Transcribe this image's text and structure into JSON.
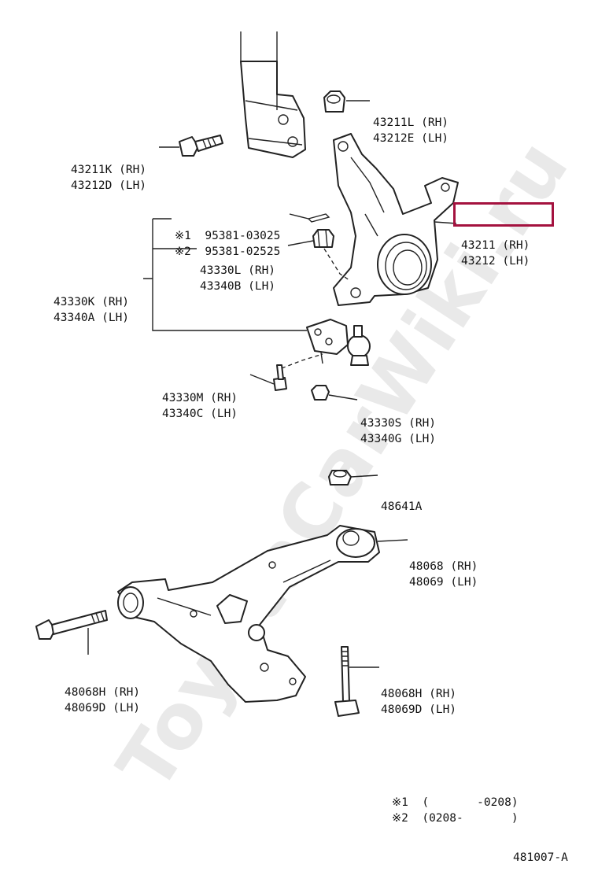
{
  "watermark": "ToyotaCarWiki.ru",
  "highlight_color": "#a4123f",
  "labels": {
    "nut_43211L": [
      "43211L (RH)",
      "43212E (LH)"
    ],
    "bolt_43211K": [
      "43211K (RH)",
      "43212D (LH)"
    ],
    "pin_95381": [
      "※1  95381-03025",
      "※2  95381-02525"
    ],
    "nut_43330L": [
      "43330L (RH)",
      "43340B (LH)"
    ],
    "knuckle": [
      "43211 (RH)",
      "43212 (LH)"
    ],
    "balljoint_43330K": [
      "43330K (RH)",
      "43340A (LH)"
    ],
    "bolt_43330M": [
      "43330M (RH)",
      "43340C (LH)"
    ],
    "nut_43330S": [
      "43330S (RH)",
      "43340G (LH)"
    ],
    "nut_48641A": [
      "48641A"
    ],
    "bushing_48068": [
      "48068 (RH)",
      "48069 (LH)"
    ],
    "bolt_48068H_left": [
      "48068H (RH)",
      "48069D (LH)"
    ],
    "bolt_48068H_right": [
      "48068H (RH)",
      "48069D (LH)"
    ]
  },
  "notes": [
    "※1  (       -0208)",
    "※2  (0208-       )"
  ],
  "figure_number": "481007-A"
}
